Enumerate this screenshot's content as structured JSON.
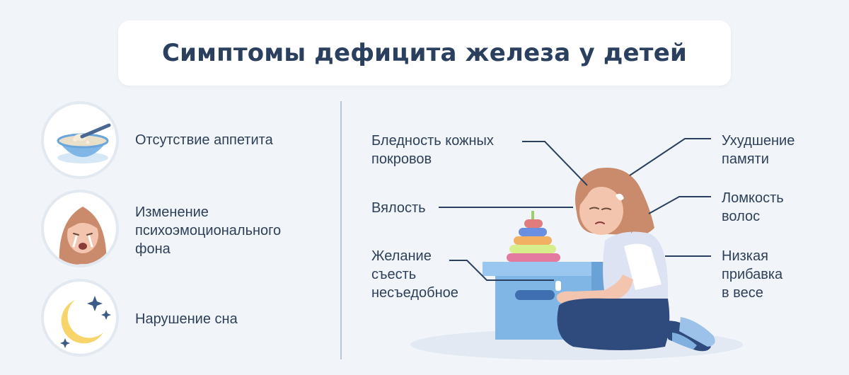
{
  "title": "Симптомы дефицита железа у детей",
  "left_symptoms": [
    {
      "label": "Отсутствие аппетита",
      "icon": "porridge-bowl-icon"
    },
    {
      "label": "Изменение\nпсихоэмоционального\nфона",
      "icon": "crying-girl-icon"
    },
    {
      "label": "Нарушение сна",
      "icon": "moon-stars-icon"
    }
  ],
  "right_symptoms": {
    "pale_skin": "Бледность кожных\nпокровов",
    "lethargy": "Вялость",
    "pica": "Желание\nсъесть\nнесъедобное",
    "memory": "Ухудшение\nпамяти",
    "hair": "Ломкость\nволос",
    "weight": "Низкая\nприбавка\nв весе"
  },
  "colors": {
    "background": "#f1f5f9",
    "title_text": "#2b405e",
    "text": "#2e3f58",
    "divider": "#b8c6d6",
    "box": "#7fb6e6",
    "hair": "#c98b6b",
    "pants": "#2f4a7d"
  }
}
